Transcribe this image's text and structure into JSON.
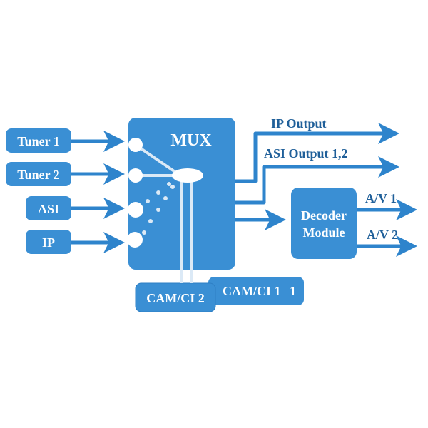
{
  "colors": {
    "box": "#3a8fd4",
    "line": "#2e84cc",
    "label": "#1f5f99",
    "white": "#ffffff",
    "light": "#dbe9f6"
  },
  "inputs": [
    {
      "label": "Tuner 1"
    },
    {
      "label": "Tuner 2"
    },
    {
      "label": "ASI"
    },
    {
      "label": "IP"
    }
  ],
  "mux": {
    "label": "MUX"
  },
  "cam": {
    "cam1": "CAM/CI 1",
    "cam1_suffix": "1",
    "cam2": "CAM/CI 2"
  },
  "outputs": {
    "ip": "IP Output",
    "asi": "ASI Output 1,2",
    "av1": "A/V 1",
    "av2": "A/V 2"
  },
  "decoder": {
    "line1": "Decoder",
    "line2": "Module"
  }
}
